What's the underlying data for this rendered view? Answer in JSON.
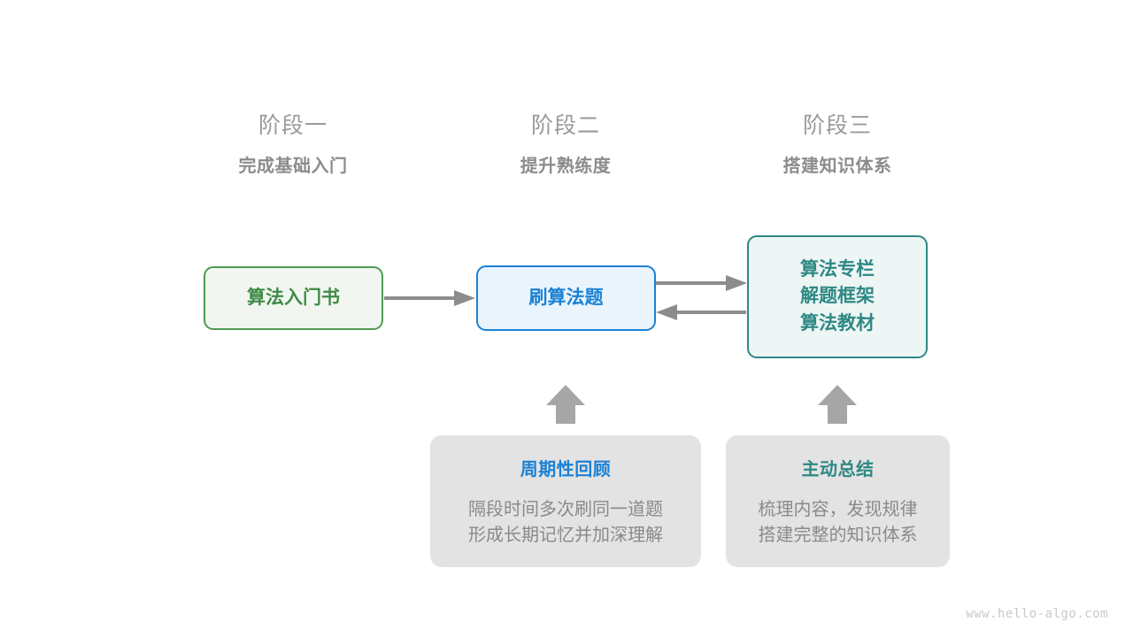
{
  "page": {
    "background": "#ffffff",
    "watermark": "www.hello-algo.com"
  },
  "stages": [
    {
      "title": "阶段一",
      "subtitle": "完成基础入门"
    },
    {
      "title": "阶段二",
      "subtitle": "提升熟练度"
    },
    {
      "title": "阶段三",
      "subtitle": "搭建知识体系"
    }
  ],
  "nodes": [
    {
      "id": "book",
      "label": "算法入门书",
      "color": "#3f8a46",
      "border": "#4e9a52",
      "fill": "#f1f7f0"
    },
    {
      "id": "practice",
      "label": "刷算法题",
      "color": "#1b81d4",
      "border": "#1b81d4",
      "fill": "#e9f4fd"
    },
    {
      "id": "knowledge",
      "line1": "算法专栏",
      "line2": "解题框架",
      "line3": "算法教材",
      "color": "#2e8884",
      "border": "#2e8884",
      "fill": "#edf6f4"
    }
  ],
  "notes": [
    {
      "id": "review",
      "title": "周期性回顾",
      "title_color": "#1b81d4",
      "line1": "隔段时间多次刷同一道题",
      "line2": "形成长期记忆并加深理解"
    },
    {
      "id": "summary",
      "title": "主动总结",
      "title_color": "#2e8884",
      "line1": "梳理内容，发现规律",
      "line2": "搭建完整的知识体系"
    }
  ],
  "arrows": {
    "color": "#8c8c8c",
    "items": [
      {
        "name": "arrow-book-to-practice",
        "direction": "right"
      },
      {
        "name": "arrow-practice-to-knowledge",
        "direction": "right"
      },
      {
        "name": "arrow-knowledge-to-practice",
        "direction": "left"
      },
      {
        "name": "arrow-review-up",
        "direction": "up"
      },
      {
        "name": "arrow-summary-up",
        "direction": "up"
      }
    ]
  }
}
